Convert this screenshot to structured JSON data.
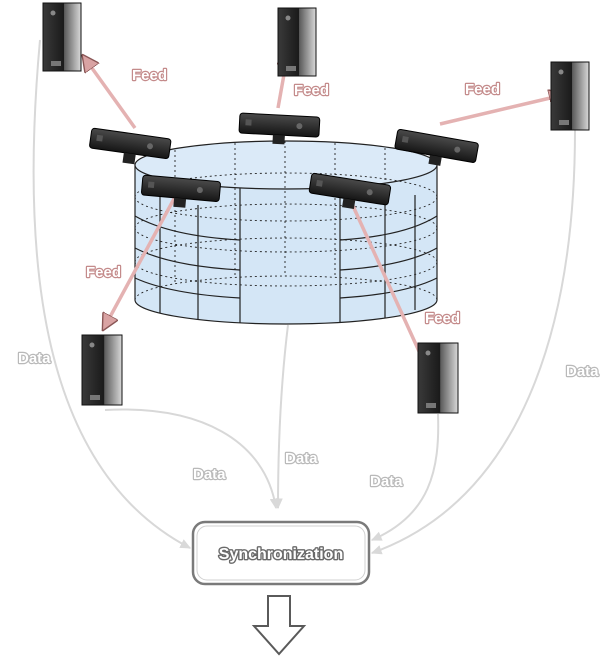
{
  "labels": {
    "feed": "Feed",
    "data": "Data",
    "sync": "Synchronization"
  },
  "colors": {
    "feed_arrow": "#e7bcbc",
    "feed_arrow_outline": "#a06a6a",
    "data_line": "#d6d6d6",
    "cylinder_fill": "#d4e6f6",
    "computer_body": "#1c1c1c",
    "sensor_body": "#262626"
  }
}
